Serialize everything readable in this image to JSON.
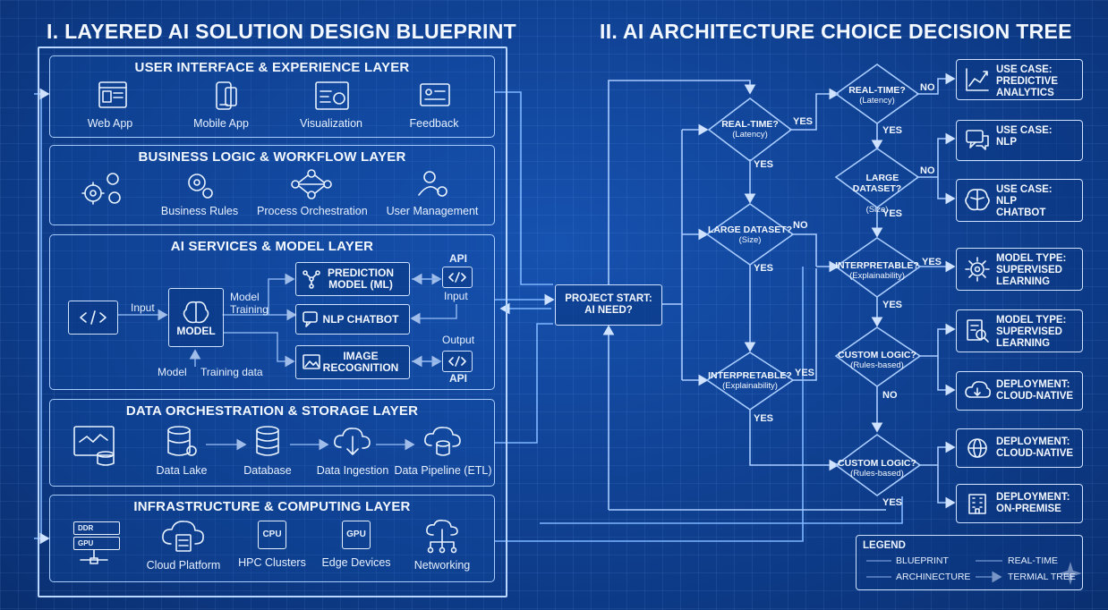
{
  "titles": {
    "blueprint": "I. LAYERED AI SOLUTION DESIGN BLUEPRINT",
    "tree": "II. AI ARCHITECTURE CHOICE DECISION TREE"
  },
  "layers": {
    "ui": {
      "title": "USER INTERFACE & EXPERIENCE LAYER",
      "items": [
        "Web App",
        "Mobile App",
        "Visualization",
        "Feedback"
      ]
    },
    "logic": {
      "title": "BUSINESS LOGIC & WORKFLOW LAYER",
      "items": [
        "Business Rules",
        "Process Orchestration",
        "User Management"
      ]
    },
    "ai": {
      "title": "AI SERVICES & MODEL LAYER",
      "input": "Input",
      "model": "MODEL",
      "model_training": "Model\nTraining",
      "model_label": "Model",
      "training_data": "Training data",
      "prediction": "PREDICTION\nMODEL (ML)",
      "chatbot": "NLP CHATBOT",
      "image": "IMAGE\nRECOGNITION",
      "api_top": "API",
      "input_right": "Input",
      "output": "Output",
      "api_bottom": "API"
    },
    "data": {
      "title": "DATA ORCHESTRATION & STORAGE LAYER",
      "items": [
        "Data Lake",
        "Database",
        "Data Ingestion",
        "Data Pipeline (ETL)"
      ]
    },
    "infra": {
      "title": "INFRASTRUCTURE & COMPUTING LAYER",
      "items": [
        "Cloud Platform",
        "HPC Clusters",
        "Edge Devices",
        "Networking"
      ],
      "chips": {
        "ddr": "DDR",
        "gpu_stick": "GPU",
        "cpu": "CPU",
        "gpu": "GPU"
      }
    }
  },
  "tree": {
    "start": "PROJECT START:\nAI NEED?",
    "decisions": {
      "realtime1": {
        "main": "REAL-TIME?",
        "sub": "(Latency)"
      },
      "large1": {
        "main": "LARGE DATASET?",
        "sub": "(Size)"
      },
      "interp1": {
        "main": "INTERPRETABLE?",
        "sub": "(Explainability)"
      },
      "realtime2": {
        "main": "REAL-TIME?",
        "sub": "(Latency)"
      },
      "large2": {
        "main": "LARGE\nDATASET?",
        "sub": "(Size)"
      },
      "interp2": {
        "main": "INTERPRETABLE?",
        "sub": "(Explainability)"
      },
      "custom1": {
        "main": "CUSTOM LOGIC?",
        "sub": "(Rules-based)"
      },
      "custom2": {
        "main": "CUSTOM LOGIC?",
        "sub": "(Rules-based)"
      }
    },
    "edge_labels": {
      "yes_rt1": "YES",
      "yes_rt1_down": "YES",
      "no_large1": "NO",
      "yes_large1_down": "YES",
      "yes_interp1": "YES",
      "yes_interp1_down": "YES",
      "no_rt2": "NO",
      "yes_rt2_down": "YES",
      "no_large2": "NO",
      "yes_large2_down": "YES",
      "yes_interp2": "YES",
      "yes_interp2_down": "YES",
      "no_custom1": "NO",
      "yes_custom2": "YES"
    },
    "outcomes": [
      {
        "text": "USE CASE:\nPREDICTIVE\nANALYTICS",
        "icon": "line-chart-icon"
      },
      {
        "text": "USE CASE:\nNLP",
        "icon": "chat-icon"
      },
      {
        "text": "USE CASE:\nNLP\nCHATBOT",
        "icon": "brain-icon"
      },
      {
        "text": "MODEL TYPE:\nSUPERVISED\nLEARNING",
        "icon": "gear-network-icon"
      },
      {
        "text": "MODEL TYPE:\nSUPERVISED\nLEARNING",
        "icon": "document-search-icon"
      },
      {
        "text": "DEPLOYMENT:\nCLOUD-NATIVE",
        "icon": "cloud-icon"
      },
      {
        "text": "DEPLOYMENT:\nCLOUD-NATIVE",
        "icon": "globe-icon"
      },
      {
        "text": "DEPLOYMENT:\nON-PREMISE",
        "icon": "building-icon"
      }
    ]
  },
  "legend": {
    "title": "LEGEND",
    "entries": [
      "BLUEPRINT",
      "REAL-TIME",
      "ARCHINECTURE",
      "TERMIAL TREE"
    ]
  },
  "colors": {
    "background": "#0e3d8c",
    "line": "#a9ccff",
    "text": "#eaf3ff"
  }
}
